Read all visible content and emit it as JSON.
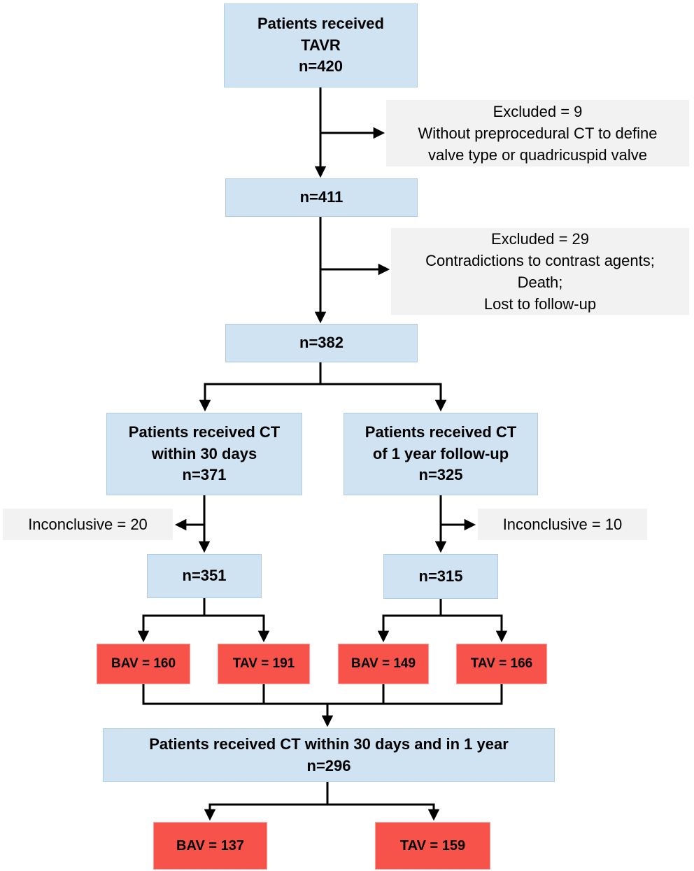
{
  "colors": {
    "node_fill": "#cfe3f2",
    "highlight_fill": "#f8534b",
    "note_fill": "#f2f2f2",
    "line": "#000000"
  },
  "boxes": {
    "start": "Patients received\nTAVR\nn=420",
    "excluded_first": "Excluded = 9\nWithout preprocedural CT to define\nvalve type or quadricuspid valve",
    "after_first_exclusion": "n=411",
    "excluded_second": "Excluded = 29\nContradictions to contrast agents;\nDeath;\nLost to follow-up",
    "after_second_exclusion": "n=382",
    "ct_30_days": "Patients received CT\nwithin 30 days\nn=371",
    "ct_1_year": "Patients received CT\nof 1 year follow-up\nn=325",
    "inconclusive_30_days": "Inconclusive = 20",
    "inconclusive_1_year": "Inconclusive = 10",
    "conclusive_30_days": "n=351",
    "conclusive_1_year": "n=315",
    "bav_30_days": "BAV = 160",
    "tav_30_days": "TAV = 191",
    "bav_1_year": "BAV = 149",
    "tav_1_year": "TAV = 166",
    "ct_both": "Patients received CT within 30 days and in 1 year\nn=296",
    "bav_both": "BAV = 137",
    "tav_both": "TAV = 159"
  }
}
